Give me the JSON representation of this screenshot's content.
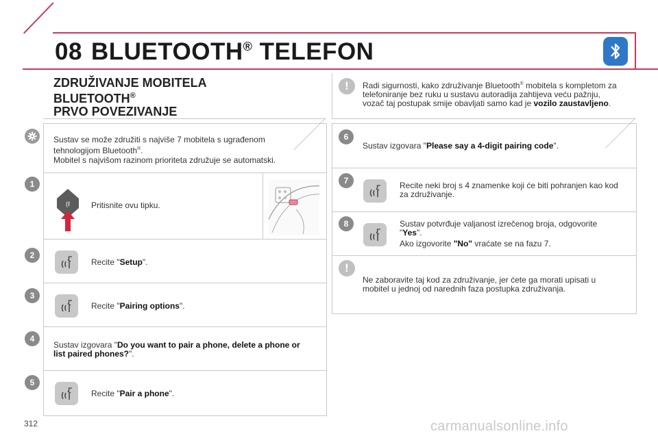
{
  "header": {
    "chapter": "08",
    "title": "BLUETOOTH",
    "title_sup": "®",
    "title_rest": " TELEFON",
    "bt_icon": "bluetooth-icon",
    "accent": "#c63a5a",
    "icon_color": "#2f78c8"
  },
  "left": {
    "heading1": "ZDRUŽIVANJE MOBITELA BLUETOOTH",
    "heading1_sup": "®",
    "heading2": "PRVO POVEZIVANJE",
    "info_line1a": "Sustav se može združiti s najviše 7 mobitela s ugrađenom tehnologijom Bluetooth",
    "info_line1b": "®",
    "info_line1c": ".",
    "info_line2": "Mobitel s najvišom razinom prioriteta združuje se automatski.",
    "steps": [
      {
        "num": "1",
        "text": "Pritisnite ovu tipku."
      },
      {
        "num": "2",
        "pre": "Recite \"",
        "bold": "Setup",
        "post": "\"."
      },
      {
        "num": "3",
        "pre": "Recite \"",
        "bold": "Pairing options",
        "post": "\"."
      },
      {
        "num": "4",
        "pre": "Sustav izgovara \"",
        "bold": "Do you want to pair a phone, delete a phone or list paired phones?",
        "post": "\"."
      },
      {
        "num": "5",
        "pre": "Recite \"",
        "bold": "Pair a phone",
        "post": "\"."
      }
    ]
  },
  "right": {
    "warning1_pre": "Radi sigurnosti, kako združivanje Bluetooth",
    "warning1_sup": "®",
    "warning1_mid": " mobitela s kompletom za telefoniranje bez ruku u sustavu autoradija zahtijeva veću pažnju, vozač taj postupak smije obavljati samo kad je ",
    "warning1_bold": "vozilo zaustavljeno",
    "warning1_post": ".",
    "steps": [
      {
        "num": "6",
        "pre": "Sustav izgovara \"",
        "bold": "Please say a 4-digit pairing code",
        "post": "\"."
      },
      {
        "num": "7",
        "text": "Recite neki broj s 4 znamenke koji će biti pohranjen kao kod za združivanje."
      },
      {
        "num": "8",
        "pre": "Sustav potvrđuje valjanost izrečenog broja, odgovorite \"",
        "bold": "Yes",
        "post": "\".",
        "line2_pre": "Ako izgovorite ",
        "line2_bold": "\"No\"",
        "line2_post": " vraćate se na fazu 7."
      }
    ],
    "warning2": "Ne zaboravite taj kod za združivanje, jer ćete ga morati upisati u mobitel u jednoj od narednih faza postupka združivanja."
  },
  "footer": {
    "page": "312",
    "watermark": "carmanualsonline.info"
  }
}
